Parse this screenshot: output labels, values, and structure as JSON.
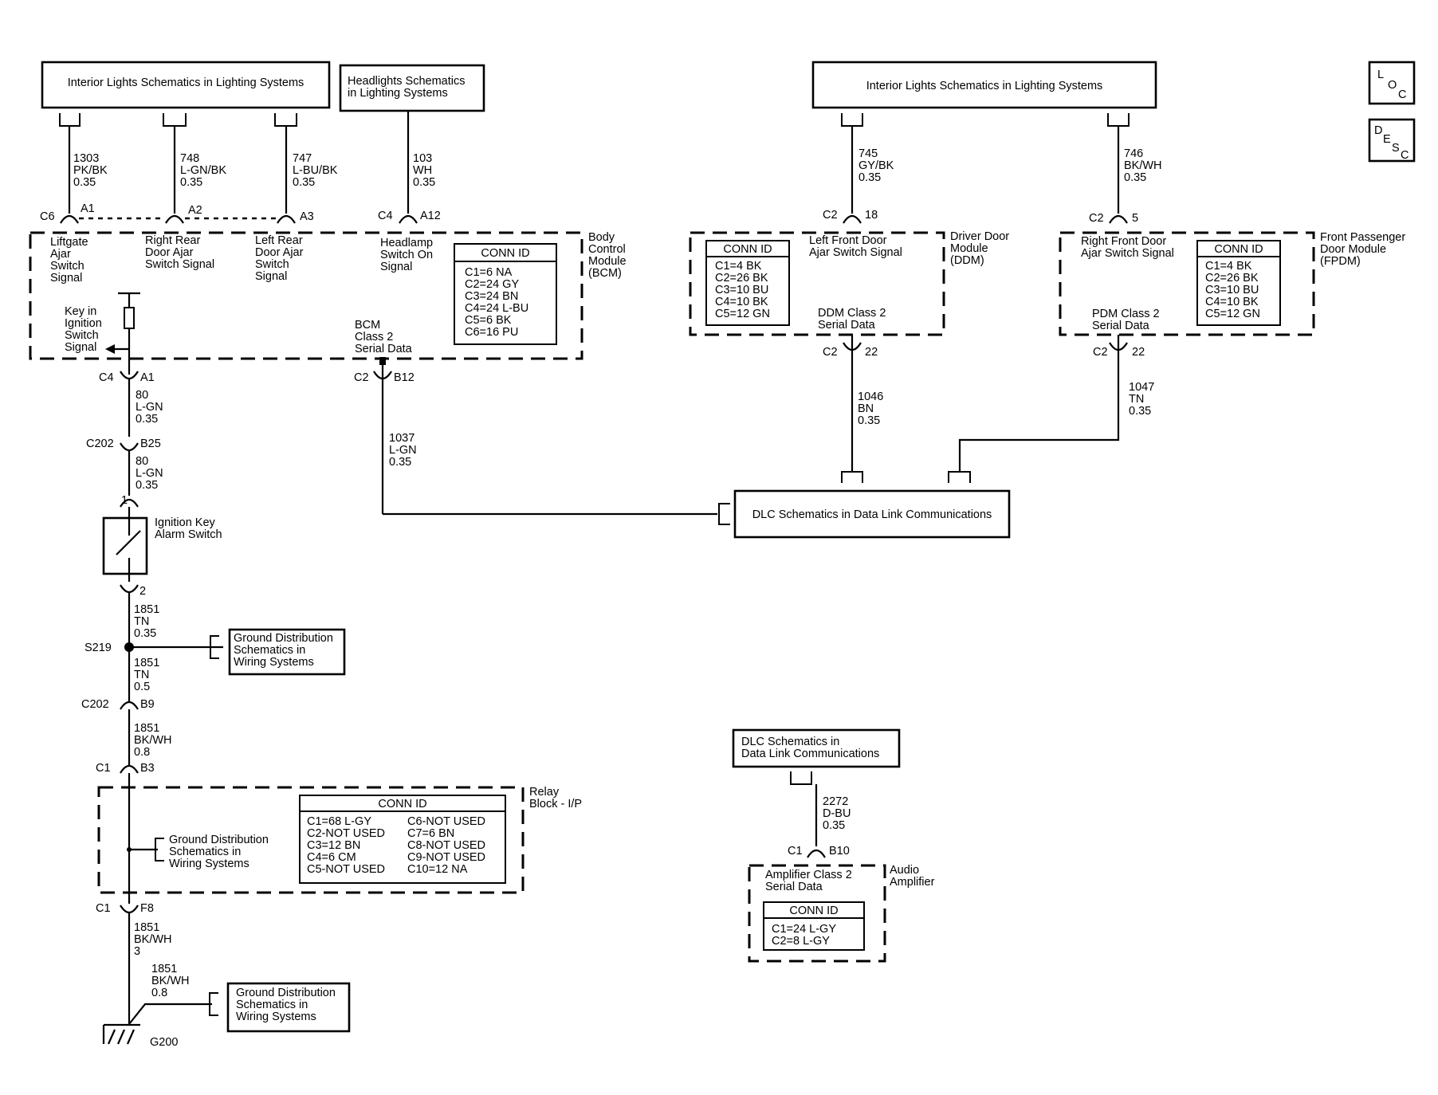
{
  "references": {
    "interior_lights_left": "Interior Lights Schematics in Lighting Systems",
    "headlights": [
      "Headlights Schematics",
      "in Lighting Systems"
    ],
    "interior_lights_right": "Interior Lights Schematics in Lighting Systems",
    "dlc_main": "DLC Schematics in Data Link Communications",
    "dlc_small": [
      "DLC Schematics in",
      "Data Link Communications"
    ],
    "ground_s219": [
      "Ground Distribution",
      "Schematics in",
      "Wiring Systems"
    ],
    "ground_relay": [
      "Ground Distribution",
      "Schematics in",
      "Wiring Systems"
    ],
    "ground_g200": [
      "Ground Distribution",
      "Schematics in",
      "Wiring Systems"
    ]
  },
  "nav_icons": {
    "loc": [
      "L",
      "O",
      "C"
    ],
    "desc": [
      "D",
      "E",
      "S",
      "C"
    ]
  },
  "wires": {
    "w1303": [
      "1303",
      "PK/BK",
      "0.35"
    ],
    "w748": [
      "748",
      "L-GN/BK",
      "0.35"
    ],
    "w747": [
      "747",
      "L-BU/BK",
      "0.35"
    ],
    "w103": [
      "103",
      "WH",
      "0.35"
    ],
    "w745": [
      "745",
      "GY/BK",
      "0.35"
    ],
    "w746": [
      "746",
      "BK/WH",
      "0.35"
    ],
    "w80a": [
      "80",
      "L-GN",
      "0.35"
    ],
    "w80b": [
      "80",
      "L-GN",
      "0.35"
    ],
    "w1037": [
      "1037",
      "L-GN",
      "0.35"
    ],
    "w1046": [
      "1046",
      "BN",
      "0.35"
    ],
    "w1047": [
      "1047",
      "TN",
      "0.35"
    ],
    "w1851a": [
      "1851",
      "TN",
      "0.35"
    ],
    "w1851b": [
      "1851",
      "TN",
      "0.5"
    ],
    "w1851c": [
      "1851",
      "BK/WH",
      "0.8"
    ],
    "w1851d": [
      "1851",
      "BK/WH",
      "3"
    ],
    "w1851e": [
      "1851",
      "BK/WH",
      "0.8"
    ],
    "w2272": [
      "2272",
      "D-BU",
      "0.35"
    ]
  },
  "connectors": {
    "c6": "C6",
    "a1": "A1",
    "a2": "A2",
    "a3": "A3",
    "c4_top": "C4",
    "a12": "A12",
    "c2_18": "C2",
    "p18": "18",
    "c2_5": "C2",
    "p5": "5",
    "c4_a1": "C4",
    "a1_b": "A1",
    "c2_b12": "C2",
    "b12": "B12",
    "c2_22a": "C2",
    "p22a": "22",
    "c2_22b": "C2",
    "p22b": "22",
    "c202_a": "C202",
    "b25": "B25",
    "p1": "1",
    "p2": "2",
    "s219": "S219",
    "c202_b": "C202",
    "b9": "B9",
    "c1_b3": "C1",
    "b3": "B3",
    "c1_f8": "C1",
    "f8": "F8",
    "c1_b10": "C1",
    "b10": "B10",
    "g200": "G200"
  },
  "bcm": {
    "module_label": [
      "Body",
      "Control",
      "Module",
      "(BCM)"
    ],
    "liftgate": [
      "Liftgate",
      "Ajar",
      "Switch",
      "Signal"
    ],
    "right_rear": [
      "Right Rear",
      "Door Ajar",
      "Switch Signal"
    ],
    "left_rear": [
      "Left Rear",
      "Door Ajar",
      "Switch",
      "Signal"
    ],
    "headlamp": [
      "Headlamp",
      "Switch On",
      "Signal"
    ],
    "key_in": [
      "Key in",
      "Ignition",
      "Switch",
      "Signal"
    ],
    "serial": [
      "BCM",
      "Class 2",
      "Serial Data"
    ],
    "conn_title": "CONN ID",
    "conn_rows": [
      "C1=6 NA",
      "C2=24 GY",
      "C3=24 BN",
      "C4=24 L-BU",
      "C5=6 BK",
      "C6=16 PU"
    ]
  },
  "ddm": {
    "module_label": [
      "Driver Door",
      "Module",
      "(DDM)"
    ],
    "signal": [
      "Left Front Door",
      "Ajar Switch Signal"
    ],
    "serial": [
      "DDM Class 2",
      "Serial Data"
    ],
    "conn_title": "CONN ID",
    "conn_rows": [
      "C1=4 BK",
      "C2=26 BK",
      "C3=10 BU",
      "C4=10 BK",
      "C5=12 GN"
    ]
  },
  "fpdm": {
    "module_label": [
      "Front Passenger",
      "Door Module",
      "(FPDM)"
    ],
    "signal": [
      "Right Front Door",
      "Ajar Switch Signal"
    ],
    "serial": [
      "PDM Class 2",
      "Serial Data"
    ],
    "conn_title": "CONN ID",
    "conn_rows": [
      "C1=4 BK",
      "C2=26 BK",
      "C3=10 BU",
      "C4=10 BK",
      "C5=12 GN"
    ]
  },
  "ignition_switch": [
    "Ignition Key",
    "Alarm Switch"
  ],
  "relay_block": {
    "label": [
      "Relay",
      "Block - I/P"
    ],
    "conn_title": "CONN ID",
    "col1": [
      "C1=68 L-GY",
      "C2-NOT USED",
      "C3=12 BN",
      "C4=6 CM",
      "C5-NOT USED"
    ],
    "col2": [
      "C6-NOT USED",
      "C7=6 BN",
      "C8-NOT USED",
      "C9-NOT USED",
      "C10=12 NA"
    ]
  },
  "amplifier": {
    "label": [
      "Audio",
      "Amplifier"
    ],
    "serial": [
      "Amplifier Class 2",
      "Serial Data"
    ],
    "conn_title": "CONN ID",
    "conn_rows": [
      "C1=24 L-GY",
      "C2=8 L-GY"
    ]
  }
}
